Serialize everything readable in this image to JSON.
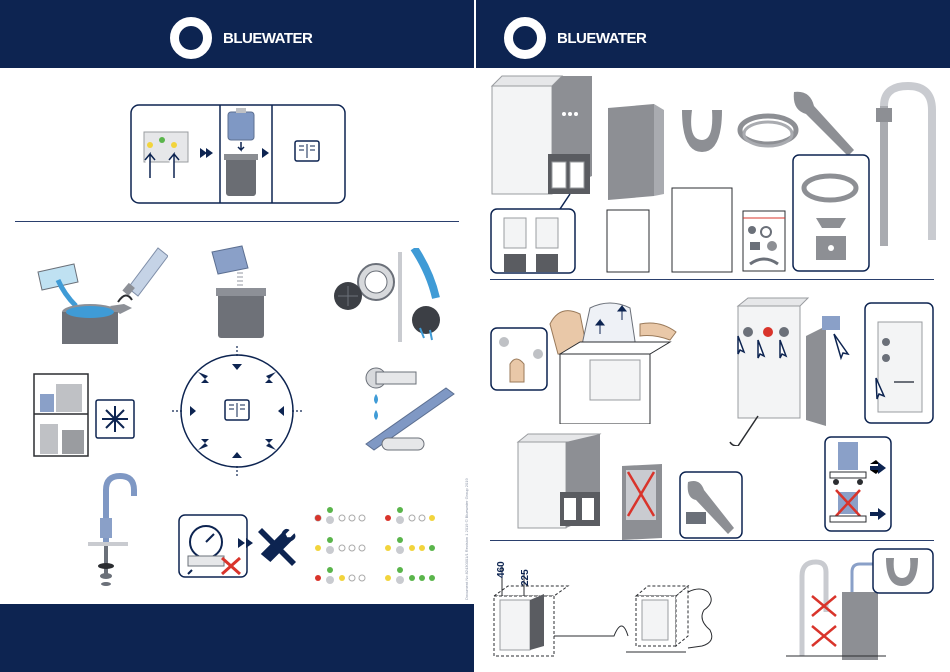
{
  "header_left": {
    "brand": "BLUEWATER"
  },
  "header_right": {
    "brand": "BLUEWATER"
  },
  "document_note": "Document No 82430001/1 Revision 1 2019 © Bluewater Group 2019",
  "dims": {
    "height": "460",
    "depth": "225"
  },
  "colors": {
    "navy": "#0d2451",
    "accent_blue": "#3f9bd6",
    "grey": "#8d8f94",
    "red": "#d9342b"
  },
  "icons": [
    "book-icon",
    "arrow-icon",
    "snowflake-icon",
    "wrench-icon",
    "screwdriver-icon",
    "pressure-gauge-icon",
    "cross-icon",
    "led-icon"
  ]
}
